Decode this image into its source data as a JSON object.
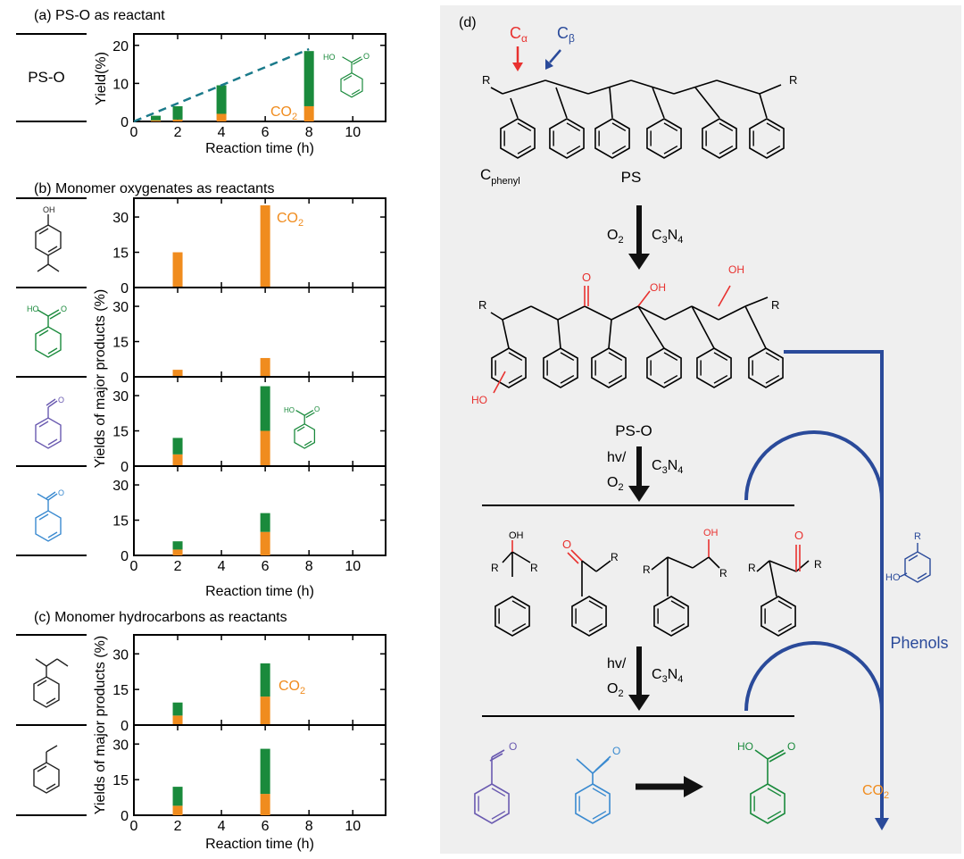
{
  "panels": {
    "a_title": "(a) PS-O as reactant",
    "a_row_label": "PS-O",
    "b_title": "(b) Monomer oxygenates as reactants",
    "c_title": "(c) Monomer hydrocarbons as reactants",
    "d_label": "(d)"
  },
  "colors": {
    "co2": "#F08C1E",
    "green": "#1A8A3C",
    "dash": "#1A7A8A",
    "red": "#E8312F",
    "blue": "#2A4A9A",
    "purple": "#6A5AB0",
    "lightblue": "#3A8AD0"
  },
  "axis_text": {
    "xlabel": "Reaction time (h)",
    "ylabel_a": "Yield(%)",
    "ylabel_bc": "Yields of major products (%)",
    "co2": "CO",
    "co2_sub": "2"
  },
  "chart_data": [
    {
      "type": "bar",
      "id": "a",
      "title": "(a) PS-O as reactant",
      "row_label": "PS-O",
      "x": [
        1,
        2,
        4,
        8
      ],
      "xlim": [
        0,
        11.5
      ],
      "ylim": [
        0,
        23
      ],
      "yticks": [
        0,
        10,
        20
      ],
      "xticks": [
        0,
        2,
        4,
        6,
        8,
        10
      ],
      "series": [
        {
          "name": "CO2",
          "values": [
            0.3,
            0.5,
            2,
            4
          ]
        },
        {
          "values": [
            1.2,
            3.5,
            7.5,
            14.5
          ]
        }
      ],
      "trend_line": {
        "x": [
          0,
          8
        ],
        "y": [
          0,
          19
        ]
      }
    },
    {
      "type": "bar",
      "id": "b1",
      "x": [
        2,
        6
      ],
      "xlim": [
        0,
        11.5
      ],
      "ylim": [
        0,
        38
      ],
      "yticks": [
        0,
        15,
        30
      ],
      "series": [
        {
          "name": "CO2",
          "values": [
            15,
            35
          ]
        },
        {
          "values": [
            0,
            0
          ]
        }
      ]
    },
    {
      "type": "bar",
      "id": "b2",
      "x": [
        2,
        6
      ],
      "xlim": [
        0,
        11.5
      ],
      "ylim": [
        0,
        38
      ],
      "yticks": [
        0,
        15,
        30
      ],
      "series": [
        {
          "name": "CO2",
          "values": [
            3,
            8
          ]
        },
        {
          "values": [
            0,
            0
          ]
        }
      ]
    },
    {
      "type": "bar",
      "id": "b3",
      "x": [
        2,
        6
      ],
      "xlim": [
        0,
        11.5
      ],
      "ylim": [
        0,
        38
      ],
      "yticks": [
        0,
        15,
        30
      ],
      "series": [
        {
          "name": "CO2",
          "values": [
            5,
            15
          ]
        },
        {
          "values": [
            7,
            19
          ]
        }
      ]
    },
    {
      "type": "bar",
      "id": "b4",
      "x": [
        2,
        6
      ],
      "xlim": [
        0,
        11.5
      ],
      "ylim": [
        0,
        38
      ],
      "yticks": [
        0,
        15,
        30
      ],
      "xticks": [
        0,
        2,
        4,
        6,
        8,
        10
      ],
      "series": [
        {
          "name": "CO2",
          "values": [
            2.5,
            10
          ]
        },
        {
          "values": [
            3.5,
            8
          ]
        }
      ]
    },
    {
      "type": "bar",
      "id": "c1",
      "x": [
        2,
        6
      ],
      "xlim": [
        0,
        11.5
      ],
      "ylim": [
        0,
        38
      ],
      "yticks": [
        0,
        15,
        30
      ],
      "series": [
        {
          "name": "CO2",
          "values": [
            4,
            12
          ]
        },
        {
          "values": [
            5.5,
            14
          ]
        }
      ]
    },
    {
      "type": "bar",
      "id": "c2",
      "x": [
        2,
        6
      ],
      "xlim": [
        0,
        11.5
      ],
      "ylim": [
        0,
        38
      ],
      "yticks": [
        0,
        15,
        30
      ],
      "xticks": [
        0,
        2,
        4,
        6,
        8,
        10
      ],
      "series": [
        {
          "name": "CO2",
          "values": [
            4,
            9
          ]
        },
        {
          "values": [
            8,
            19
          ]
        }
      ]
    }
  ],
  "scheme": {
    "c_alpha": "C",
    "c_alpha_sub": "α",
    "c_beta": "C",
    "c_beta_sub": "β",
    "c_phenyl": "C",
    "c_phenyl_sub": "phenyl",
    "ps_label": "PS",
    "pso_label": "PS-O",
    "step1_left": "O",
    "step1_left_sub": "2",
    "catalyst_a": "C",
    "catalyst_sub1": "3",
    "catalyst_b": "N",
    "catalyst_sub2": "4",
    "hv": "hv/",
    "o2": "O",
    "o2_sub": "2",
    "phenols": "Phenols",
    "co2": "CO",
    "co2_sub": "2",
    "R": "R",
    "OH": "OH",
    "O": "O",
    "HO": "HO"
  }
}
